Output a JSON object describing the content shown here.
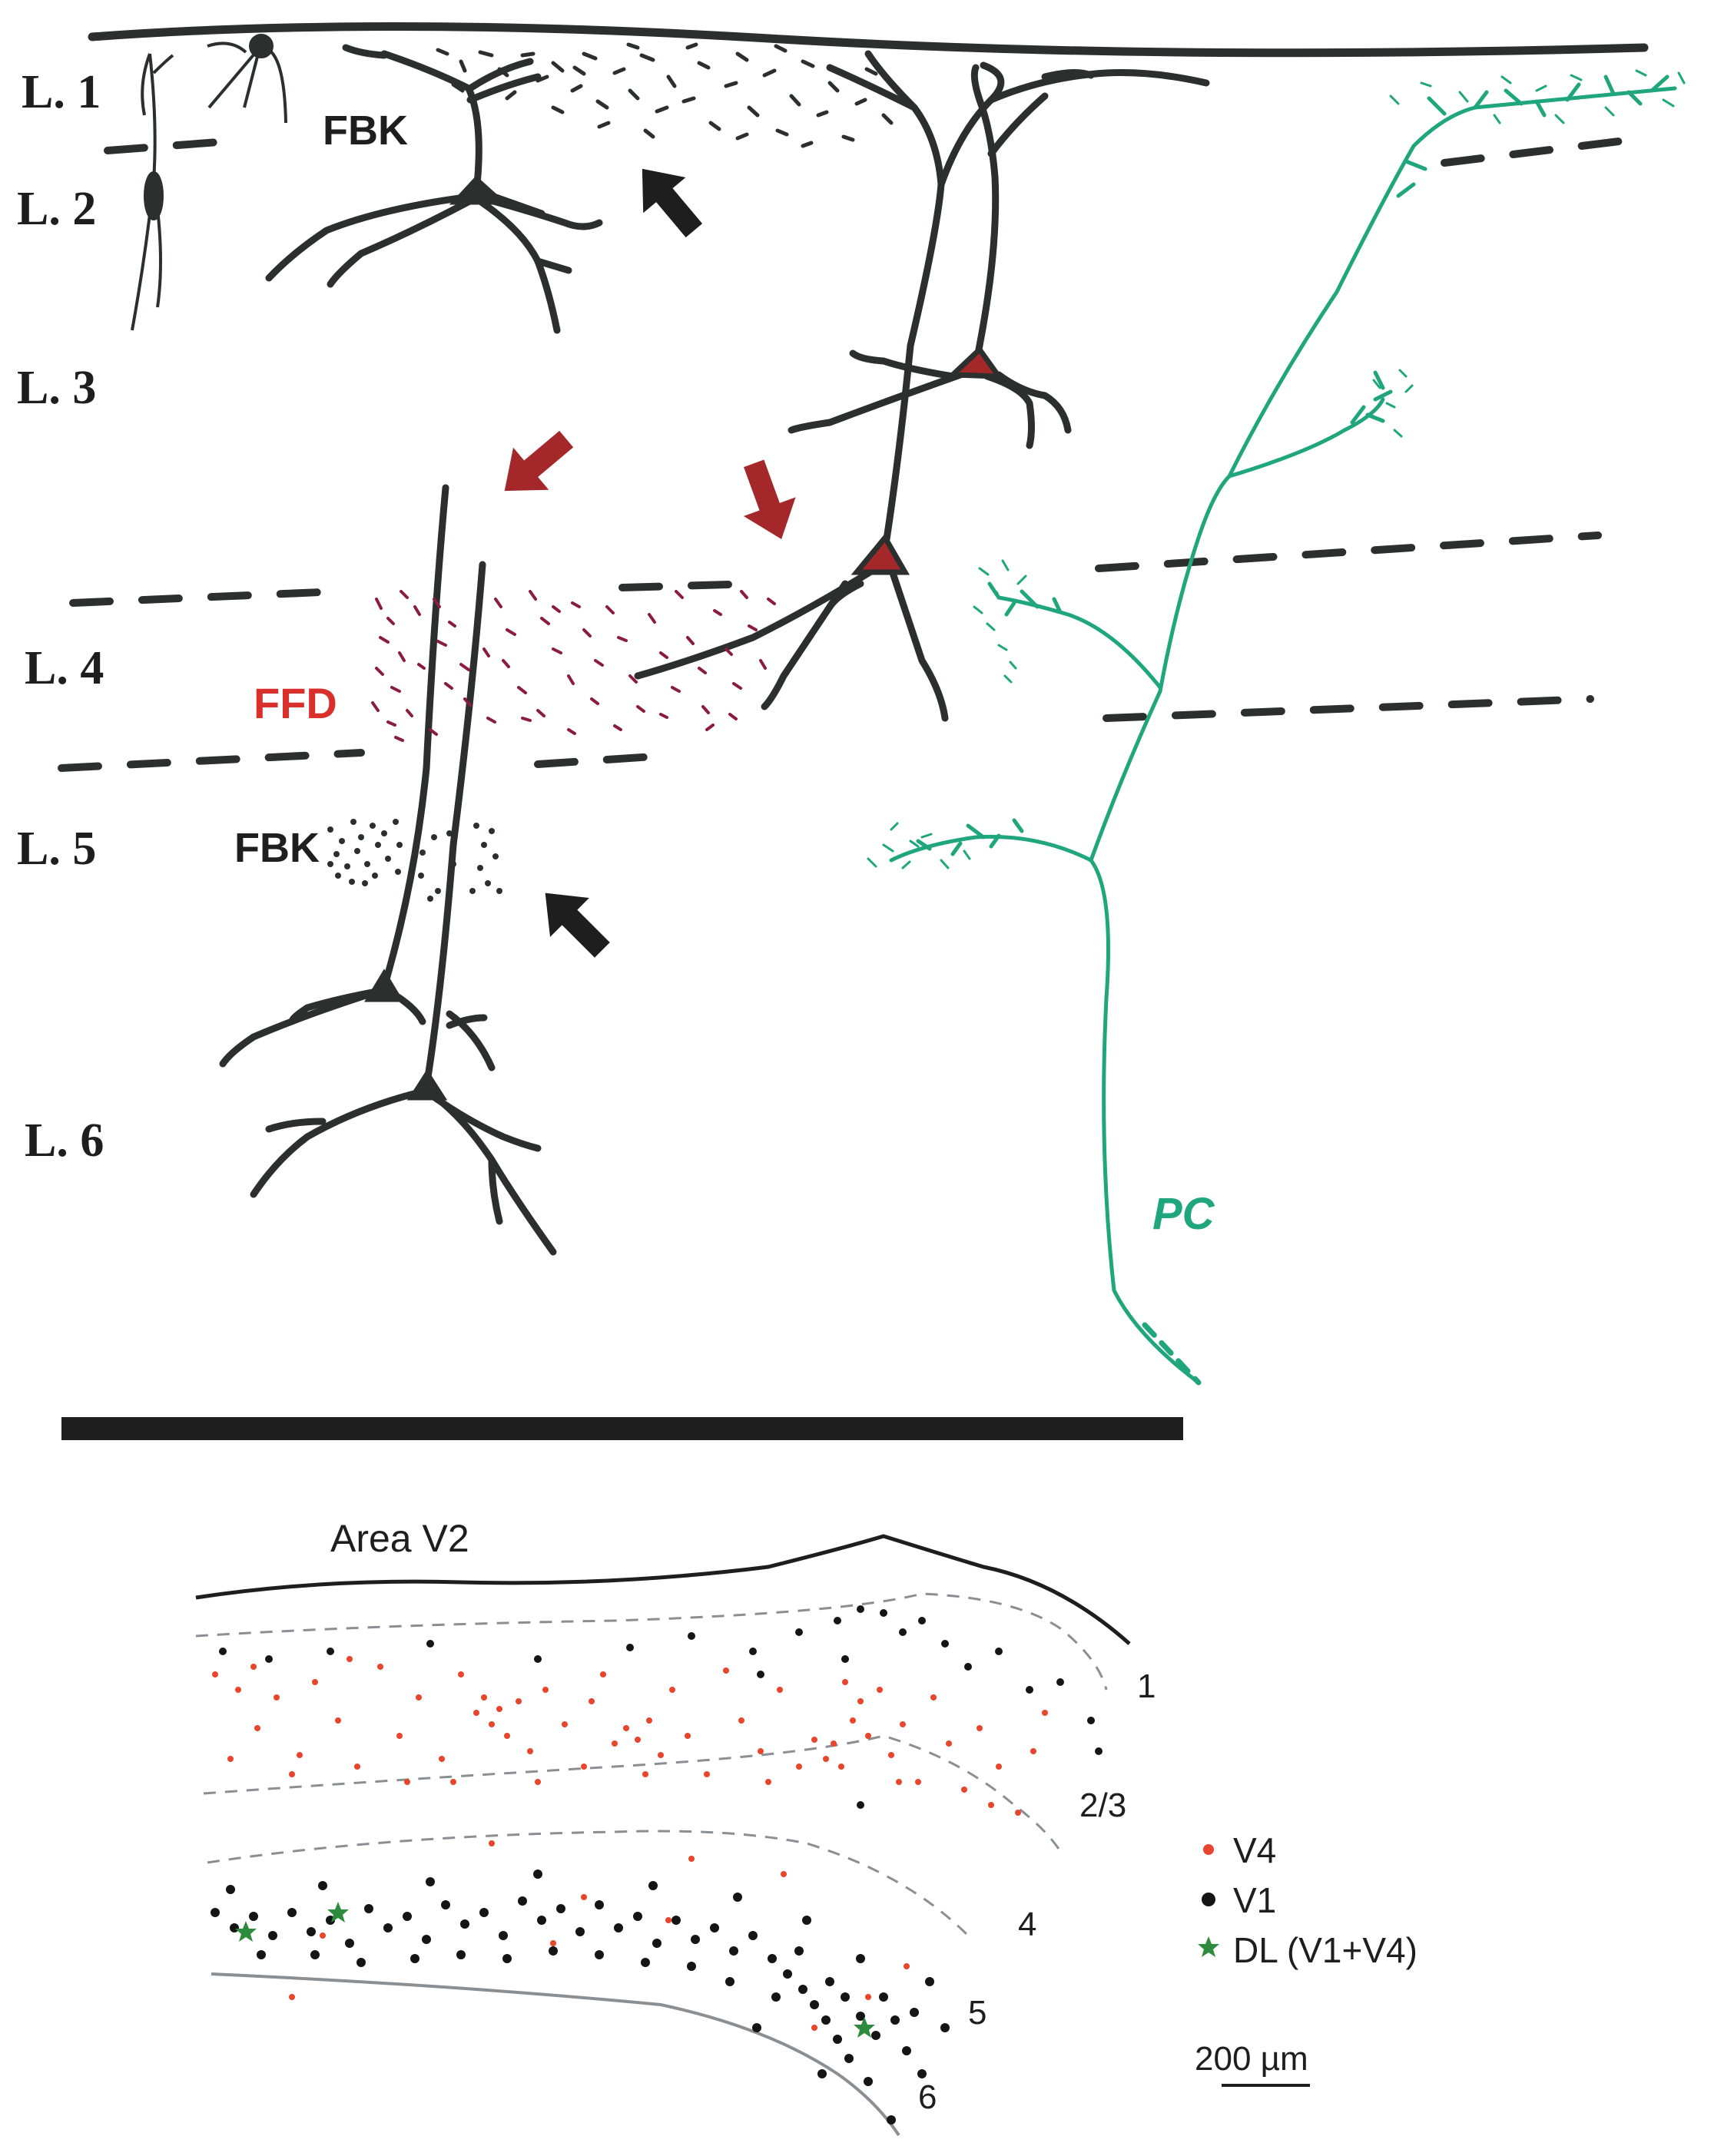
{
  "schematic": {
    "layers": [
      "L. 1",
      "L. 2",
      "L. 3",
      "L. 4",
      "L. 5",
      "L. 6"
    ],
    "fbk_top": "FBK",
    "fbk_l5": "FBK",
    "ffd": "FFD",
    "pc": "PC"
  },
  "section": {
    "title": "Area V2",
    "layer_labels": [
      "1",
      "2/3",
      "4",
      "5",
      "6"
    ],
    "legend": [
      {
        "label": "V4",
        "marker": "dot",
        "color": "#e8452c"
      },
      {
        "label": "V1",
        "marker": "dot",
        "color": "#151515"
      },
      {
        "label": "DL (V1+V4)",
        "marker": "star",
        "color": "#2e8b3e"
      }
    ],
    "scale_bar": "200 µm"
  },
  "colors": {
    "ink": "#2b2f2d",
    "feedforward": "#a4282a",
    "ffd_terminals": "#8a1c3c",
    "pc_axon": "#1fa67a",
    "v4": "#e8452c",
    "v1": "#151515",
    "dl": "#2e8b3e",
    "dashed_boundary": "#8a8f94"
  }
}
